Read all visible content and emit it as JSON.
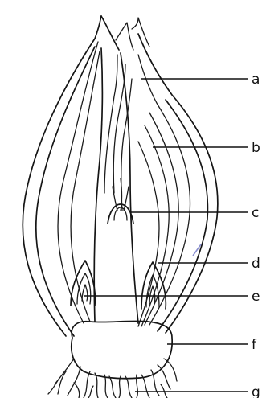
{
  "diagram": {
    "labels": [
      {
        "id": "a",
        "text": "a"
      },
      {
        "id": "b",
        "text": "b"
      },
      {
        "id": "c",
        "text": "c"
      },
      {
        "id": "d",
        "text": "d"
      },
      {
        "id": "e",
        "text": "e"
      },
      {
        "id": "f",
        "text": "f"
      },
      {
        "id": "g",
        "text": "g"
      }
    ]
  },
  "colors": {
    "ink": "#151515",
    "background": "#ffffff",
    "stray_mark": "#8a8fd0"
  }
}
